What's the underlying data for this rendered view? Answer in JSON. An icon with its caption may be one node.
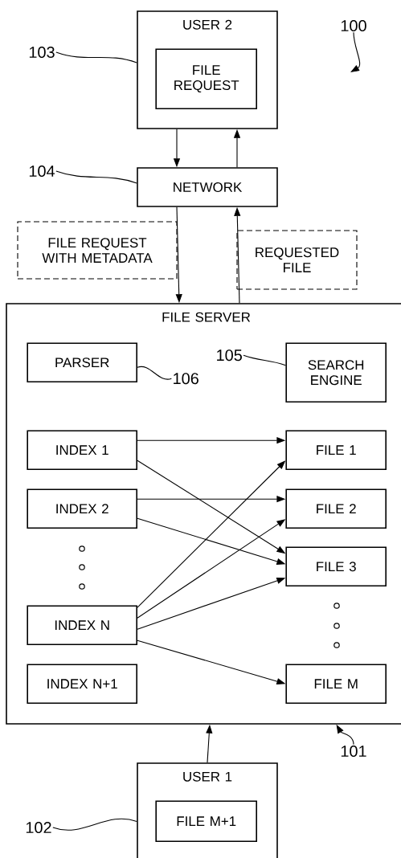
{
  "diagram": {
    "nodes": [
      {
        "text": [
          "USER 2"
        ]
      },
      {
        "text": [
          "FILE REQUEST"
        ],
        "in": 0
      },
      {
        "text": [
          "NETWORK"
        ]
      },
      {
        "text": [
          "FILE REQUEST WITH METADATA"
        ]
      },
      {
        "text": [
          "REQUESTED FILE"
        ]
      },
      {
        "text": [
          "FILE SERVER"
        ]
      },
      {
        "text": [
          "PARSER"
        ],
        "in": 5
      },
      {
        "text": [
          "SEARCH ENGINE"
        ],
        "in": 5
      },
      {
        "text": [
          "INDEX 1"
        ],
        "in": 5
      },
      {
        "text": [
          "INDEX 2"
        ],
        "in": 5
      },
      {
        "text": [
          "INDEX N"
        ],
        "in": 5
      },
      {
        "text": [
          "INDEX N+1"
        ],
        "in": 5
      },
      {
        "text": [
          "FILE 1"
        ],
        "in": 5
      },
      {
        "text": [
          "FILE 2"
        ],
        "in": 5
      },
      {
        "text": [
          "FILE 3"
        ],
        "in": 5
      },
      {
        "text": [
          "FILE M"
        ],
        "in": 5
      },
      {
        "text": [
          "USER 1"
        ]
      },
      {
        "text": [
          "FILE M+1"
        ],
        "in": 16
      },
      {
        "text": [
          "100"
        ]
      },
      {
        "text": [
          "103"
        ]
      },
      {
        "text": [
          "104"
        ]
      },
      {
        "text": [
          "106"
        ],
        "in": 5
      },
      {
        "text": [
          "105"
        ],
        "in": 5
      },
      {
        "text": [
          "101"
        ]
      },
      {
        "text": [
          "102"
        ]
      }
    ],
    "edges": [
      {
        "from": 0,
        "to": 2,
        "arrow": "to"
      },
      {
        "from": 2,
        "to": 0,
        "arrow": "to"
      },
      {
        "from": 2,
        "to": 5,
        "arrow": "to"
      },
      {
        "from": 5,
        "to": 2,
        "arrow": "to"
      },
      {
        "from": 8,
        "to": 12,
        "arrow": "to"
      },
      {
        "from": 8,
        "to": 14,
        "arrow": "to"
      },
      {
        "from": 9,
        "to": 13,
        "arrow": "to"
      },
      {
        "from": 9,
        "to": 14,
        "arrow": "to"
      },
      {
        "from": 10,
        "to": 12,
        "arrow": "to"
      },
      {
        "from": 10,
        "to": 13,
        "arrow": "to"
      },
      {
        "from": 10,
        "to": 14,
        "arrow": "to"
      },
      {
        "from": 10,
        "to": 15,
        "arrow": "to"
      },
      {
        "from": 16,
        "to": 5,
        "arrow": "to"
      },
      {
        "from": 19,
        "to": 0,
        "arrow": "none"
      },
      {
        "from": 20,
        "to": 2,
        "arrow": "none"
      },
      {
        "from": 21,
        "to": 6,
        "arrow": "none"
      },
      {
        "from": 22,
        "to": 7,
        "arrow": "none"
      },
      {
        "from": 23,
        "to": 5,
        "arrow": "to"
      },
      {
        "from": 24,
        "to": 16,
        "arrow": "none"
      },
      {
        "from": 18,
        "to": null,
        "arrow": "to"
      }
    ]
  }
}
